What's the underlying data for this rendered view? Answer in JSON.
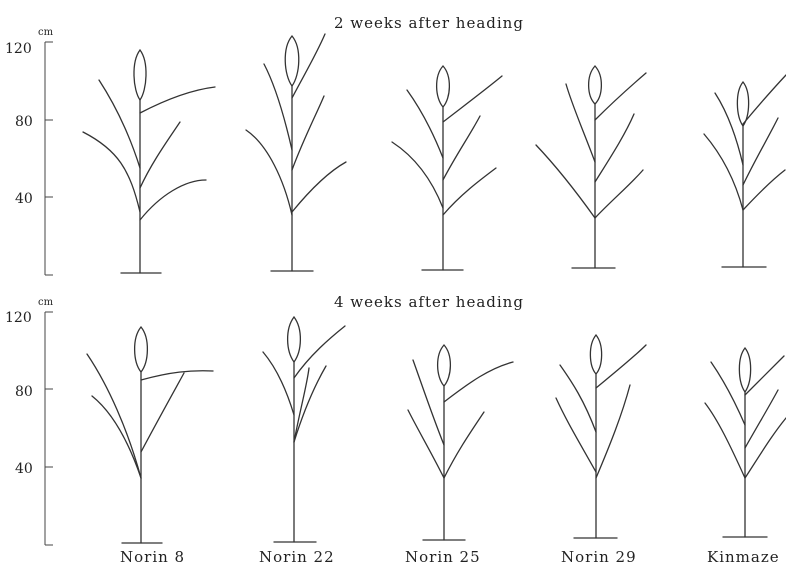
{
  "panels": [
    {
      "title": "2 weeks after heading",
      "unit": "cm",
      "ticks": [
        "120",
        "80",
        "40"
      ]
    },
    {
      "title": "4 weeks after heading",
      "unit": "cm",
      "ticks": [
        "120",
        "80",
        "40"
      ]
    }
  ],
  "varieties": [
    "Norin 8",
    "Norin 22",
    "Norin 25",
    "Norin 29",
    "Kinmaze"
  ]
}
